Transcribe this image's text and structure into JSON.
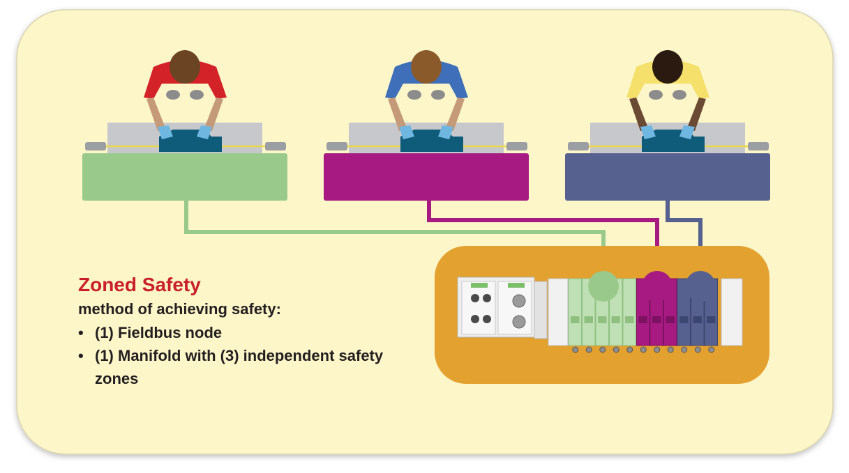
{
  "caption": {
    "title": "Zoned Safety",
    "subtitle": "method of achieving safety:",
    "bullets": [
      "(1) Fieldbus node",
      "(1) Manifold with (3) independent safety zones"
    ]
  },
  "workers": [
    {
      "shirt_color": "#d32328",
      "skin_color": "#c49a78",
      "hair_color": "#6b4423",
      "table_color": "#9ac98c",
      "zone_color": "#9ac98c"
    },
    {
      "shirt_color": "#3e6fb8",
      "skin_color": "#c49a78",
      "hair_color": "#8a5a2b",
      "table_color": "#a61a82",
      "zone_color": "#a61a82"
    },
    {
      "shirt_color": "#f4e06a",
      "skin_color": "#6b4a33",
      "hair_color": "#2a1a10",
      "table_color": "#566190",
      "zone_color": "#566190"
    }
  ],
  "colors": {
    "background_panel": "#fdf6c8",
    "manifold_panel": "#e3a12f",
    "workpiece": "#0e5b7a",
    "glove": "#6fb6e0"
  }
}
